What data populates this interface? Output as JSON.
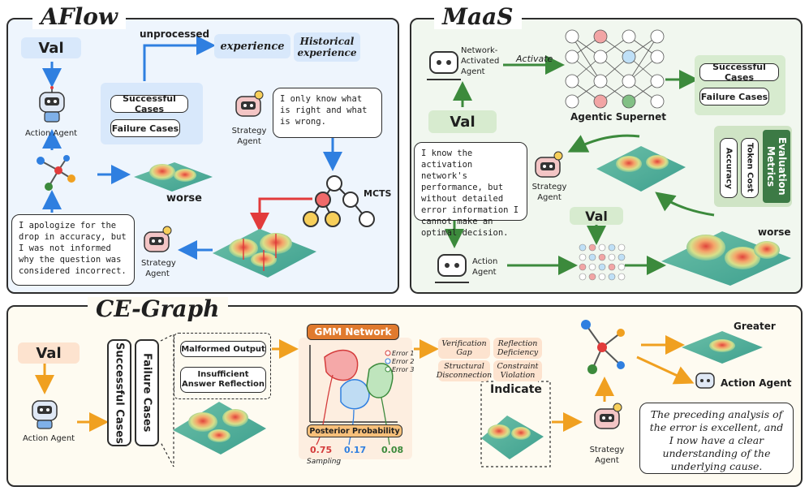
{
  "aflow": {
    "title": "AFlow",
    "val": "Val",
    "action_agent": "Action Agent",
    "successful_cases": "Successful Cases",
    "failure_cases": "Failure Cases",
    "unprocessed": "unprocessed",
    "experience": "experience",
    "historical_experience": "Historical experience",
    "strategy_agent": "Strategy Agent",
    "strategy_agent_2": "Strategy Agent",
    "bubble_top": "I only know what is right and what is wrong.",
    "bubble_bottom": "I apologize for the drop in accuracy, but I was not informed why the question was considered incorrect.",
    "worse": "worse",
    "mcts": "MCTS"
  },
  "maas": {
    "title": "MaaS",
    "network_activated_agent": "Network-Activated Agent",
    "activate": "Activate",
    "agentic_supernet": "Agentic Supernet",
    "successful_cases": "Successful Cases",
    "failure_cases": "Failure Cases",
    "val": "Val",
    "val_2": "Val",
    "bubble": "I know the activation network's performance, but without detailed error information I cannot make an optimal decision.",
    "strategy_agent": "Strategy Agent",
    "evaluation_metrics": "Evaluation Metrics",
    "token_cost": "Token Cost",
    "accuracy": "Accuracy",
    "action_agent": "Action Agent",
    "worse": "worse"
  },
  "ce_graph": {
    "title": "CE-Graph",
    "val": "Val",
    "action_agent": "Action Agent",
    "successful_cases": "Successful Cases",
    "failure_cases": "Failure Cases",
    "malformed_output": "Malformed Output",
    "insufficient_answer_reflection": "Insufficient Answer Reflection",
    "gmm_network": "GMM Network",
    "error_1": "Error 1",
    "error_2": "Error 2",
    "error_3": "Error 3",
    "posterior_probability": "Posterior Probability",
    "p1": "0.75",
    "p2": "0.17",
    "p3": "0.08",
    "sampling": "Sampling",
    "verification_gap": "Verification Gap",
    "reflection_deficiency": "Reflection Deficiency",
    "structural_disconnection": "Structural Disconnection",
    "constraint_violation": "Constraint Violation",
    "indicate": "Indicate",
    "greater": "Greater",
    "action_agent_2": "Action Agent",
    "strategy_agent": "Strategy Agent",
    "bubble": "The preceding analysis of the error is excellent, and I now have a clear understanding of the underlying cause."
  },
  "colors": {
    "blue_arrow": "#2f7fe0",
    "green_arrow": "#3c8a3c",
    "orange_arrow": "#f0a020",
    "red_arrow": "#e23b3b"
  },
  "icons": [
    "robot-icon",
    "check-icon",
    "cross-icon",
    "angry-face-icon",
    "sad-face-icon",
    "smile-face-icon",
    "tree-icon",
    "terrain-icon",
    "network-icon"
  ]
}
